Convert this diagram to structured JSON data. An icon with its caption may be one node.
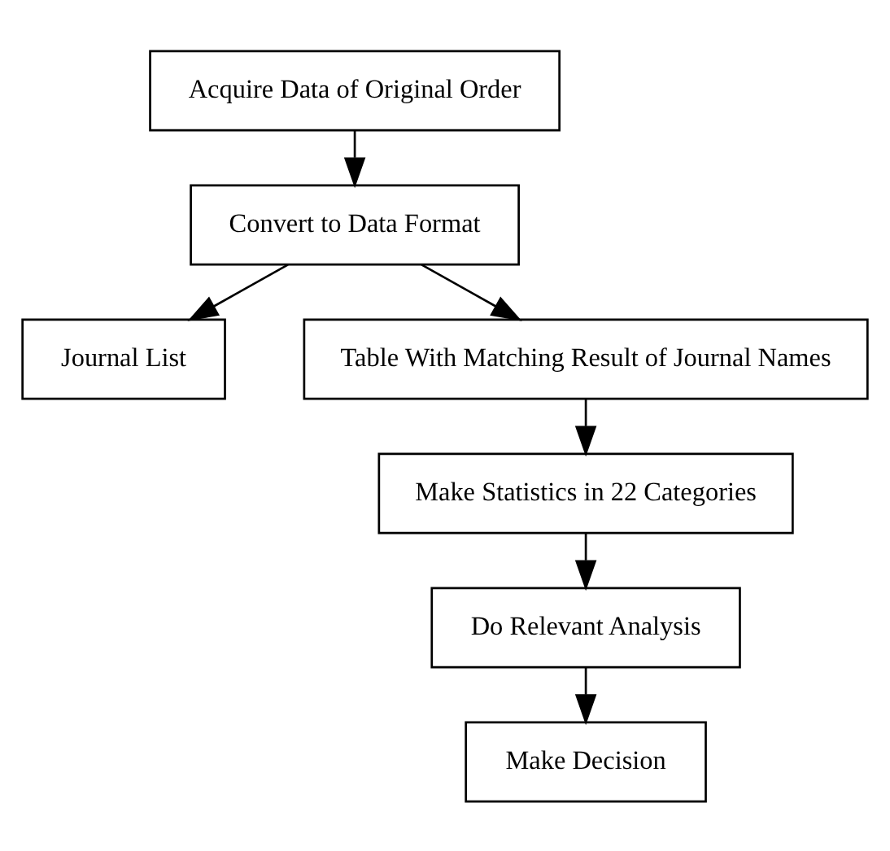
{
  "diagram": {
    "nodes": [
      {
        "text": [
          "Acquire Data of Original Order"
        ]
      },
      {
        "text": [
          "Convert to Data Format"
        ]
      },
      {
        "text": [
          "Journal List"
        ]
      },
      {
        "text": [
          "Table With Matching Result of Journal Names"
        ]
      },
      {
        "text": [
          "Make Statistics in 22 Categories"
        ]
      },
      {
        "text": [
          "Do Relevant Analysis"
        ]
      },
      {
        "text": [
          "Make Decision"
        ]
      }
    ],
    "edges": [
      {
        "from": 0,
        "to": 1,
        "arrow": "to"
      },
      {
        "from": 1,
        "to": 2,
        "arrow": "to"
      },
      {
        "from": 1,
        "to": 3,
        "arrow": "to"
      },
      {
        "from": 3,
        "to": 4,
        "arrow": "to"
      },
      {
        "from": 4,
        "to": 5,
        "arrow": "to"
      },
      {
        "from": 5,
        "to": 6,
        "arrow": "to"
      }
    ]
  }
}
